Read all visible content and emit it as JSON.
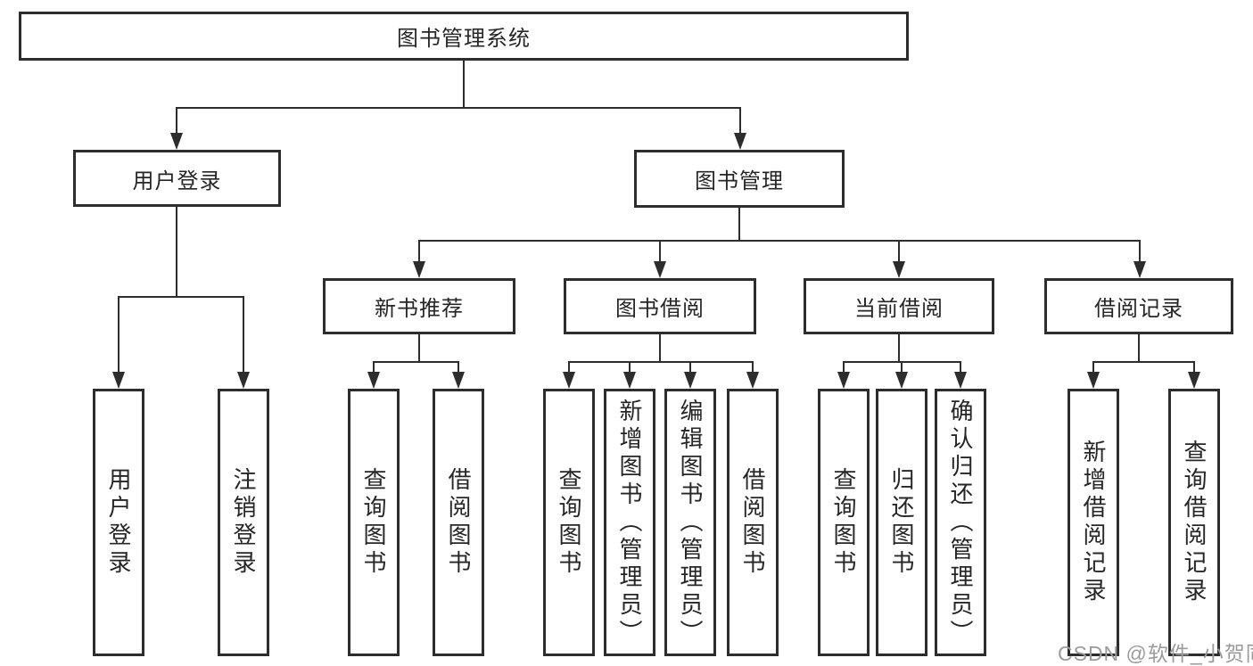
{
  "diagram": {
    "root": {
      "label": "图书管理系统"
    },
    "branches": [
      {
        "label": "用户登录",
        "children": [
          {
            "label": "用户登录"
          },
          {
            "label": "注销登录"
          }
        ]
      },
      {
        "label": "图书管理",
        "children": [
          {
            "label": "新书推荐",
            "children": [
              {
                "label": "查询图书"
              },
              {
                "label": "借阅图书"
              }
            ]
          },
          {
            "label": "图书借阅",
            "children": [
              {
                "label": "查询图书"
              },
              {
                "label": "新增图书（管理员）"
              },
              {
                "label": "编辑图书（管理员）"
              },
              {
                "label": "借阅图书"
              }
            ]
          },
          {
            "label": "当前借阅",
            "children": [
              {
                "label": "查询图书"
              },
              {
                "label": "归还图书"
              },
              {
                "label": "确认归还（管理员）"
              }
            ]
          },
          {
            "label": "借阅记录",
            "children": [
              {
                "label": "新增借阅记录"
              },
              {
                "label": "查询借阅记录"
              }
            ]
          }
        ]
      }
    ]
  },
  "watermark": {
    "text": "CSDN @软件_小贺同学"
  },
  "colors": {
    "line": "#2d2d2d",
    "text": "#262626",
    "watermark": "#9b9b9b",
    "background": "#ffffff"
  }
}
